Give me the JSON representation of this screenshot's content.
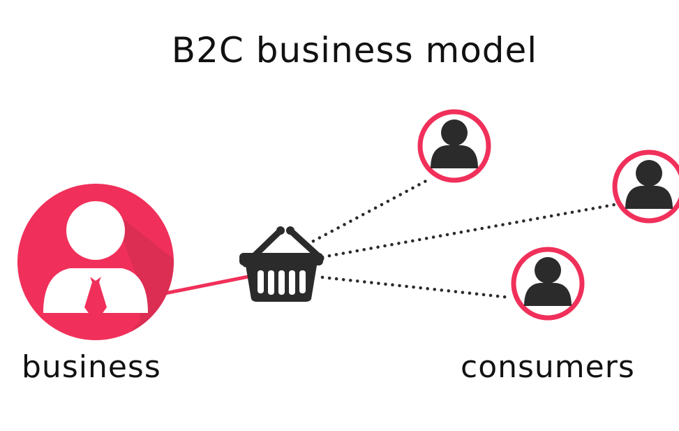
{
  "title": "B2C business model",
  "labels": {
    "business": "business",
    "consumers": "consumers"
  },
  "colors": {
    "accent": "#f0305a",
    "accent_shadow": "#cf2b4e",
    "dark": "#2b2b2b",
    "text": "#111111",
    "background": "#ffffff"
  },
  "icons": {
    "business": "businessman-icon",
    "basket": "shopping-basket-icon",
    "consumer": "person-icon"
  }
}
